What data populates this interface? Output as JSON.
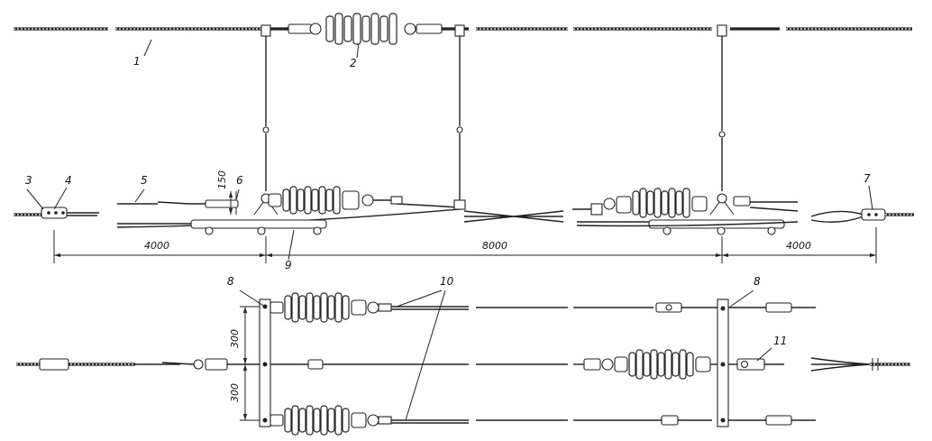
{
  "labels": {
    "l1": "1",
    "l2": "2",
    "l3": "3",
    "l4": "4",
    "l5": "5",
    "l6": "6",
    "l7": "7",
    "l8a": "8",
    "l8b": "8",
    "l9": "9",
    "l10": "10",
    "l11": "11"
  },
  "dimensions": {
    "d150": "150",
    "d4000_left": "4000",
    "d8000": "8000",
    "d4000_right": "4000",
    "d300_top": "300",
    "d300_bottom": "300"
  }
}
